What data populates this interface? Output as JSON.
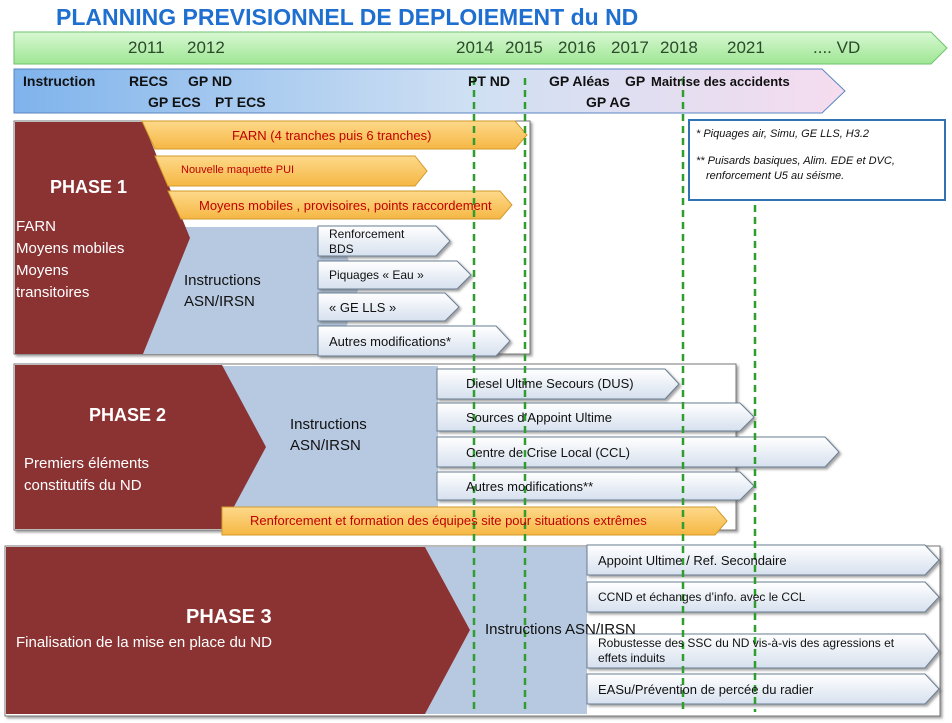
{
  "title": "PLANNING PREVISIONNEL DE DEPLOIEMENT du ND",
  "timeline": {
    "years": [
      "2011",
      "2012",
      "2014",
      "2015",
      "2016",
      "2017",
      "2018",
      "2021",
      ".... VD"
    ]
  },
  "instructions_bar": {
    "row1": {
      "instruction": "Instruction",
      "recs": "RECS",
      "gpnd": "GP ND",
      "ptnd": "PT ND",
      "gpaleas": "GP Aléas",
      "gp": "GP",
      "maitrise": "Maitrise des accidents"
    },
    "row2": {
      "gpecs": "GP ECS",
      "ptecs": "PT ECS",
      "gpag": "GP AG"
    }
  },
  "notes": {
    "note1": "* Piquages air, Simu, GE LLS, H3.2",
    "note2": "** Puisards basiques, Alim. EDE et DVC, renforcement U5 au séisme."
  },
  "phase1": {
    "title": "PHASE 1",
    "subtitle_lines": [
      "FARN",
      "Moyens mobiles",
      "Moyens",
      "transitoires"
    ],
    "instructions": [
      "Instructions",
      "ASN/IRSN"
    ],
    "orange": [
      "FARN   (4 tranches puis 6 tranches)",
      "Nouvelle maquette PUI",
      "Moyens mobiles , provisoires, points raccordement"
    ],
    "chips": [
      "Renforcement",
      "BDS",
      "Piquages « Eau »",
      "« GE LLS »",
      "Autres modifications*"
    ]
  },
  "phase2": {
    "title": "PHASE 2",
    "subtitle_lines": [
      "Premiers  éléments",
      "constitutifs du ND"
    ],
    "instructions": [
      "Instructions",
      "ASN/IRSN"
    ],
    "chips": [
      "Diesel Ultime Secours (DUS)",
      "Sources d’Appoint Ultime",
      "Centre de Crise Local (CCL)",
      "Autres modifications**"
    ],
    "orange": "Renforcement et formation des équipes site pour situations extrêmes"
  },
  "phase3": {
    "title": "PHASE 3",
    "subtitle": "Finalisation de la mise en place du ND",
    "instructions": "Instructions ASN/IRSN",
    "chips": [
      "Appoint Ultime / Ref.  Secondaire",
      "CCND  et échanges d’info. avec le CCL",
      "Robustesse des SSC du ND vis-à-vis des agressions et",
      "effets induits",
      "EASu/Prévention de percée du radier"
    ]
  },
  "colors": {
    "title": "#1f6fd0",
    "phase": "#8b3333",
    "instructions_panel": "#b7c9e1",
    "orange": "#fac75e",
    "chip": "#dde6f1",
    "timeline": "#b9f0b0",
    "dashed_line": "#2f9e2f"
  }
}
